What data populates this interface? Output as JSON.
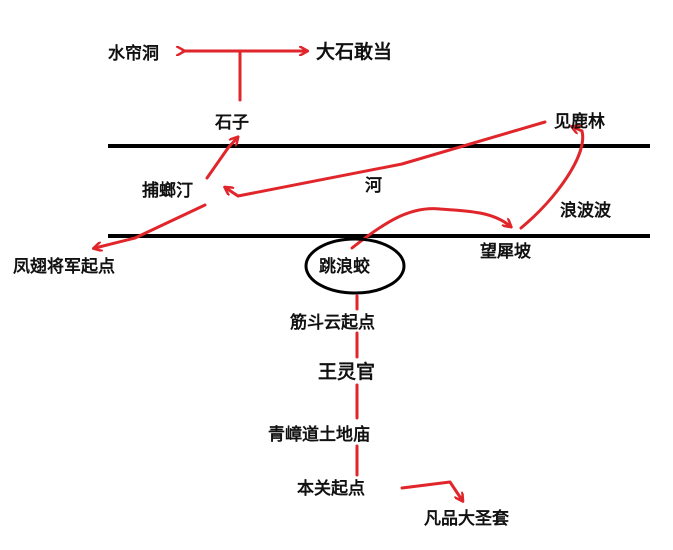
{
  "colors": {
    "river_bank": "#000000",
    "route": "#e0262b",
    "text": "#111111"
  },
  "river": {
    "label": "河"
  },
  "locations": {
    "shuilian_dong": "水帘洞",
    "dashi_gandang": "大石敢当",
    "shizi": "石子",
    "jianlu_lin": "见鹿林",
    "bulang_ting": "捕螂汀",
    "langbo_bo": "浪波波",
    "fengchi_jiangjun": "凤翅将军起点",
    "tiaolang_jiao": "跳浪蛟",
    "wangxi_po": "望犀坡",
    "jindouyun": "筋斗云起点",
    "wangling_guan": "王灵官",
    "qingzhang_dao": "青嶂道土地庙",
    "benguan_qidian": "本关起点",
    "fanpin_dashengtao": "凡品大圣套"
  },
  "highlighted_location": "tiaolang_jiao"
}
